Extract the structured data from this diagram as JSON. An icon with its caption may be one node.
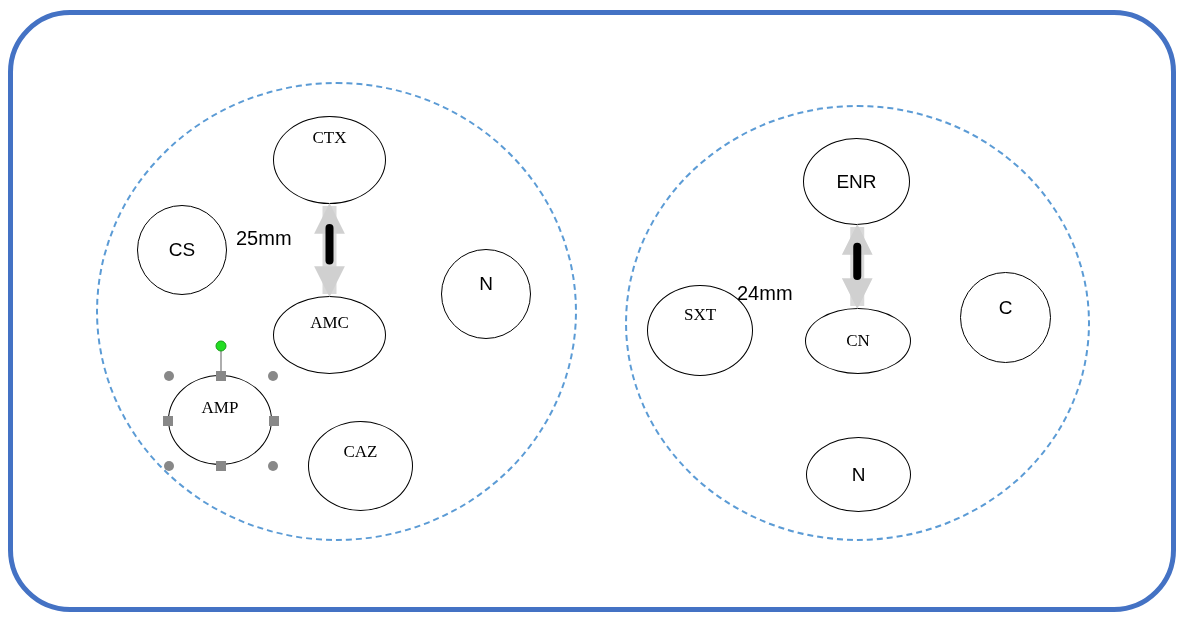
{
  "diagram": {
    "nodes": [
      {
        "text": [],
        "shape": "box"
      },
      {
        "text": [],
        "shape": "circle",
        "in": 0
      },
      {
        "text": [],
        "shape": "circle",
        "in": 0
      },
      {
        "text": [
          "CTX"
        ],
        "in": 1
      },
      {
        "text": [
          "CS"
        ],
        "in": 1
      },
      {
        "text": [
          "AMC"
        ],
        "in": 1
      },
      {
        "text": [
          "N"
        ],
        "in": 1
      },
      {
        "text": [
          "AMP"
        ],
        "in": 1
      },
      {
        "text": [
          "CAZ"
        ],
        "in": 1
      },
      {
        "text": [
          "ENR"
        ],
        "in": 2
      },
      {
        "text": [
          "SXT"
        ],
        "in": 2
      },
      {
        "text": [
          "CN"
        ],
        "in": 2
      },
      {
        "text": [
          "C"
        ],
        "in": 2
      },
      {
        "text": [
          "N"
        ],
        "in": 2
      }
    ],
    "edges": [
      {
        "from": 3,
        "to": 5,
        "arrow": "both"
      },
      {
        "from": 9,
        "to": 11,
        "arrow": "both"
      }
    ],
    "labels": [
      "25mm",
      "24mm"
    ]
  }
}
